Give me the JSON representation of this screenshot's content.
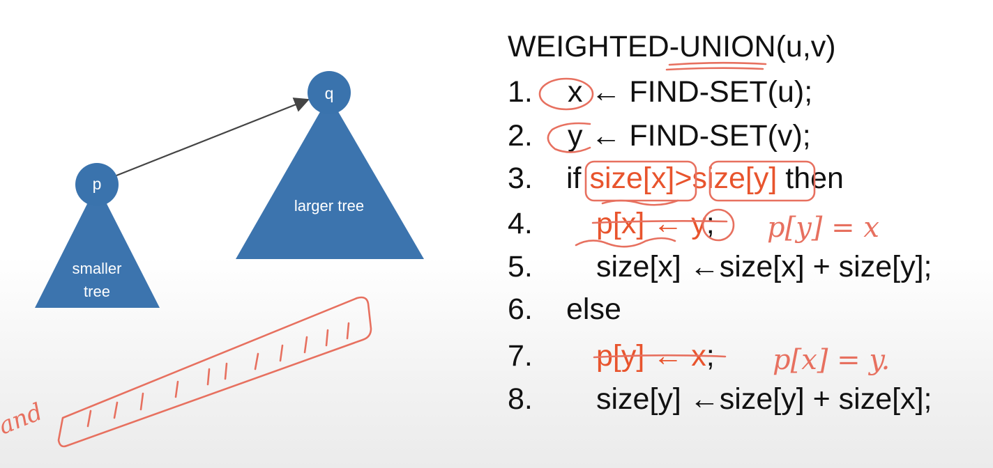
{
  "diagram": {
    "node_p": "p",
    "node_q": "q",
    "smaller_tree_line1": "smaller",
    "smaller_tree_line2": "tree",
    "larger_tree": "larger tree",
    "colors": {
      "node_fill": "#3a73ad",
      "tree_fill": "#3c74ae",
      "arrow": "#444444"
    }
  },
  "code": {
    "header": "WEIGHTED-UNION(u,v)",
    "lines": [
      {
        "num": "1.",
        "a": "x",
        "b": "← FIND-SET(u);"
      },
      {
        "num": "2.",
        "a": "y",
        "b": "← FIND-SET(v);"
      },
      {
        "num": "3.",
        "a": "if",
        "b": "size[x]",
        "c": ">",
        "d": "size[y]",
        "e": "then"
      },
      {
        "num": "4.",
        "a": "p[x] ← y",
        "b": ";"
      },
      {
        "num": "5.",
        "a": "size[x] ←size[x] + size[y];"
      },
      {
        "num": "6.",
        "a": "else"
      },
      {
        "num": "7.",
        "a": "p[y] ← x",
        "b": ";"
      },
      {
        "num": "8.",
        "a": "size[y] ←size[y] + size[x];"
      }
    ],
    "colors": {
      "text": "#111111",
      "highlight": "#e8542d"
    }
  },
  "handwriting": {
    "note_line4": "p[y] = x",
    "note_line7": "p[x] = y.",
    "margin_scribble": "and",
    "color": "#e7705f"
  }
}
